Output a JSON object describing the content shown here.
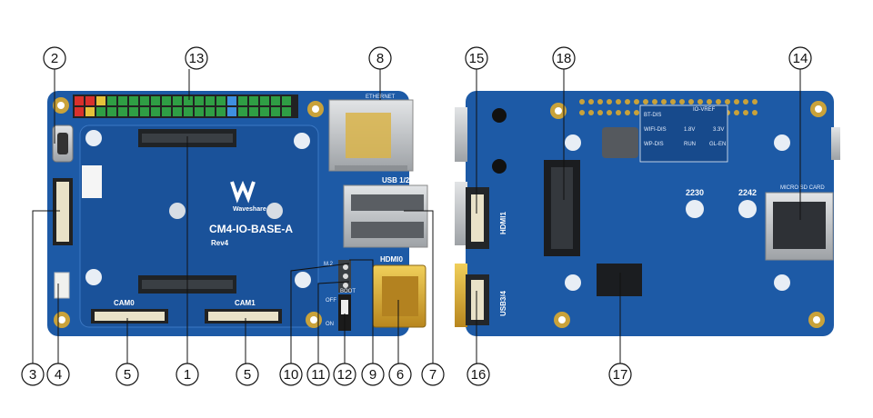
{
  "front": {
    "silkscreen": {
      "brand": "Waveshare",
      "model": "CM4-IO-BASE-A",
      "revision": "Rev4",
      "cam0": "CAM0",
      "cam1": "CAM1",
      "ethernet": "ETHERNET",
      "usb12": "USB 1/2",
      "hdmi0": "HDMI0",
      "m2": "M.2",
      "boot": "BOOT",
      "off": "OFF",
      "on": "ON"
    },
    "callouts": [
      "1",
      "2",
      "3",
      "4",
      "5",
      "5",
      "6",
      "7",
      "8",
      "9",
      "10",
      "11",
      "12",
      "13"
    ]
  },
  "back": {
    "silkscreen": {
      "hdmi1": "HDMI1",
      "usb34": "USB3/4",
      "size2230": "2230",
      "size2242": "2242",
      "microsd": "MICRO SD CARD",
      "io_vref": "IO-VREF",
      "v18": "1.8V",
      "v33": "3.3V",
      "bt_dis": "BT-DIS",
      "wifi_dis": "WIFI-DIS",
      "wp_dis": "WP-DIS",
      "run": "RUN",
      "gl_en": "GL-EN"
    },
    "callouts": [
      "14",
      "15",
      "16",
      "17",
      "18"
    ]
  },
  "colors": {
    "pcb": "#1d5aa6",
    "pcb_dark": "#174a8c",
    "gold": "#d4a62a",
    "metal": "#b9bcc0"
  }
}
